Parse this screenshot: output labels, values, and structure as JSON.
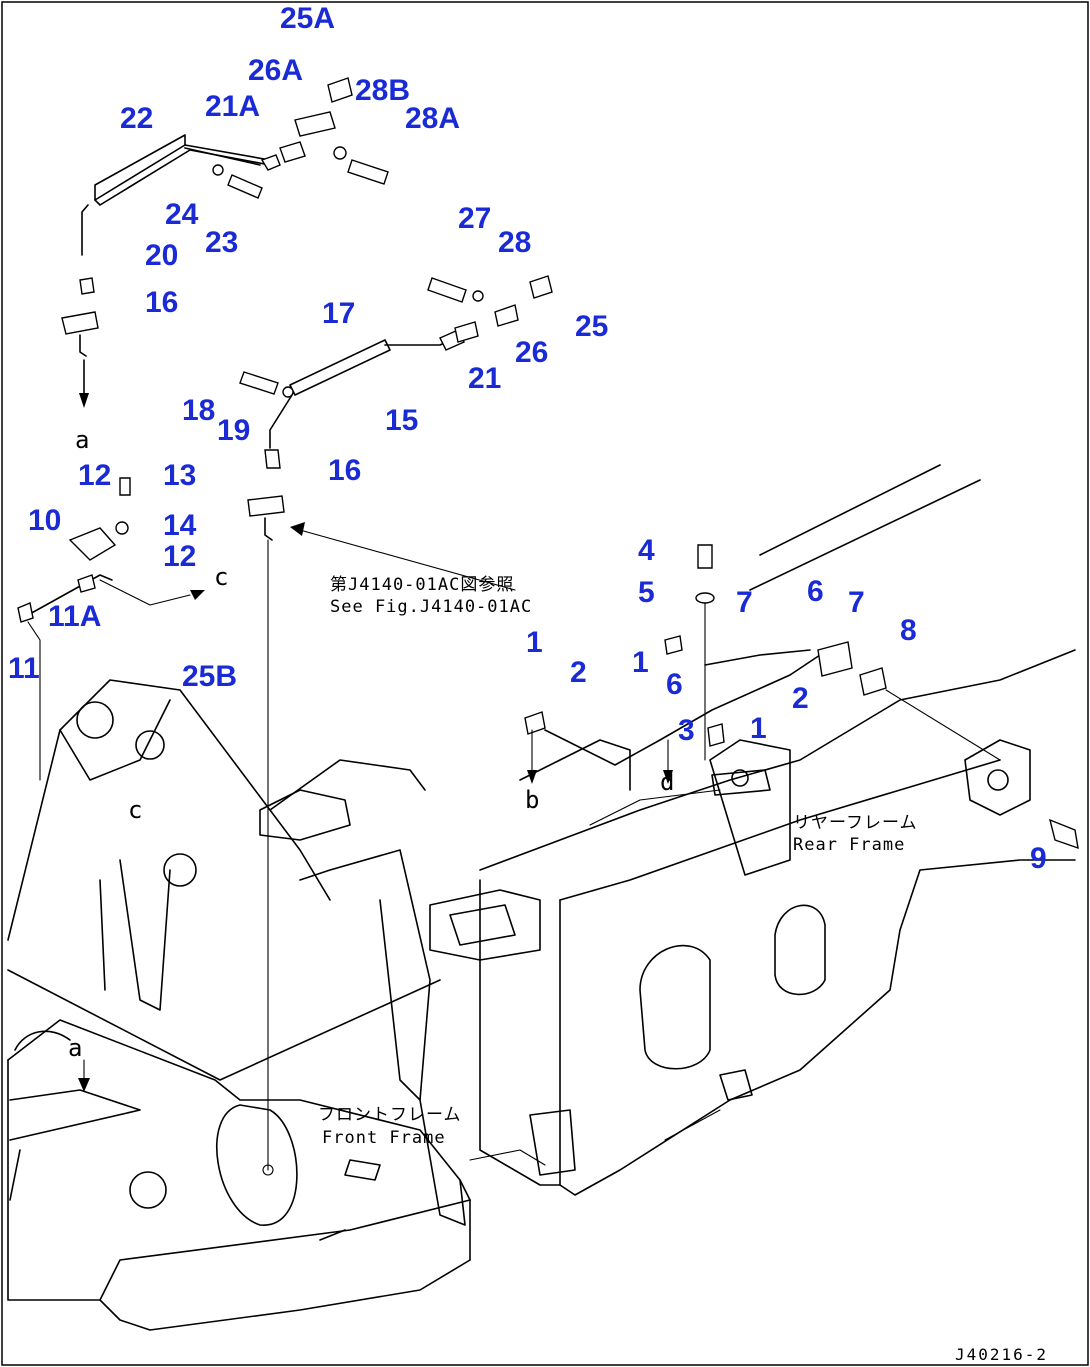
{
  "callouts": {
    "c25A": "25A",
    "c26A": "26A",
    "c28B": "28B",
    "c21A": "21A",
    "c28A": "28A",
    "c22": "22",
    "c24": "24",
    "c23": "23",
    "c20": "20",
    "c16a": "16",
    "c27": "27",
    "c28": "28",
    "c25": "25",
    "c26": "26",
    "c21": "21",
    "c17": "17",
    "c15": "15",
    "c18": "18",
    "c19": "19",
    "c16b": "16",
    "c12a": "12",
    "c13": "13",
    "c10": "10",
    "c14": "14",
    "c12b": "12",
    "c11A": "11A",
    "c11": "11",
    "c25B": "25B",
    "c4": "4",
    "c5": "5",
    "c7a": "7",
    "c6a": "6",
    "c7b": "7",
    "c8": "8",
    "c1a": "1",
    "c2a": "2",
    "c1b": "1",
    "c6b": "6",
    "c2b": "2",
    "c3": "3",
    "c1c": "1",
    "c9": "9"
  },
  "refs": {
    "a_top": "a",
    "a_bottom": "a",
    "b_top": "b",
    "c_right": "c",
    "c_bottom": "c",
    "d_top": "d"
  },
  "notes": {
    "see_fig_jp": "第J4140-01AC図参照",
    "see_fig_en": "See Fig.J4140-01AC",
    "rear_frame_jp": "リヤーフレーム",
    "rear_frame_en": "Rear Frame",
    "front_frame_jp": "フロントフレーム",
    "front_frame_en": "Front Frame"
  },
  "drawing_number": "J40216-2"
}
